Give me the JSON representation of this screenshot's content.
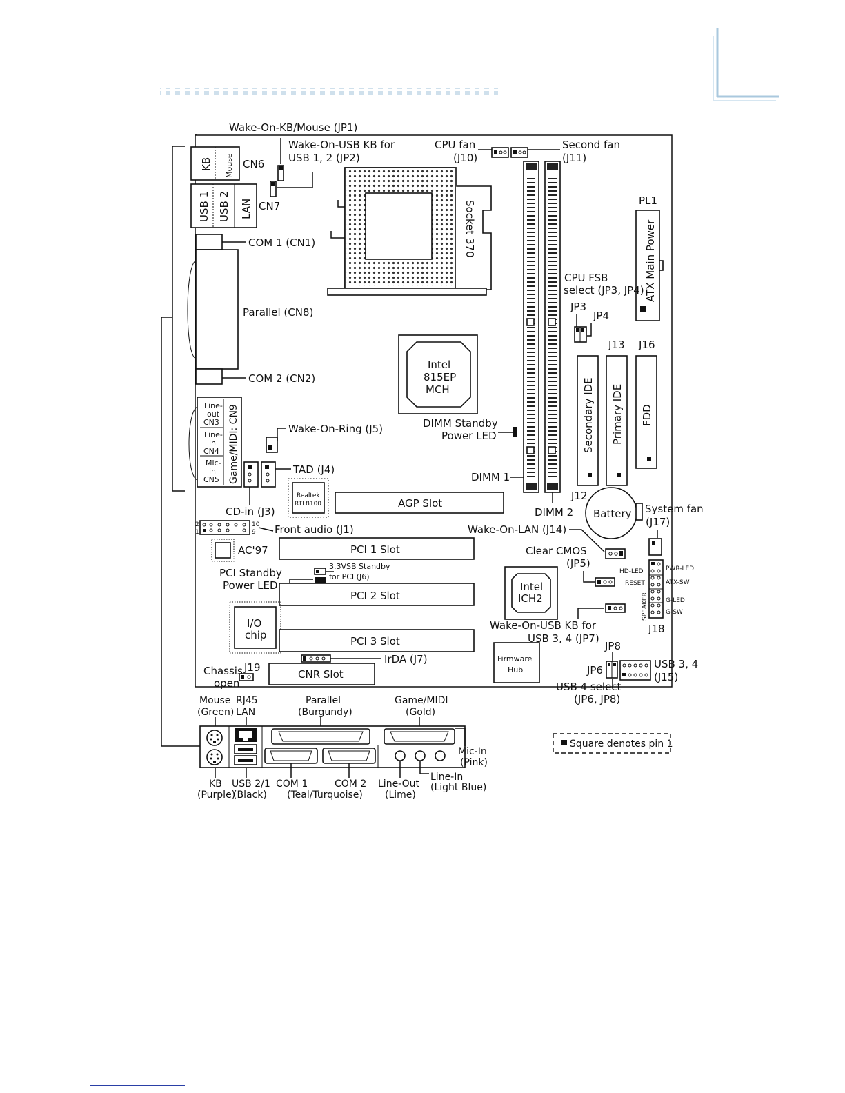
{
  "labels": {
    "wake_kb_mouse": "Wake-On-KB/Mouse (JP1)",
    "wake_usb12_a": "Wake-On-USB KB for",
    "wake_usb12_b": "USB 1, 2 (JP2)",
    "cpu_fan_a": "CPU fan",
    "cpu_fan_b": "(J10)",
    "second_fan_a": "Second fan",
    "second_fan_b": "(J11)",
    "kb": "KB",
    "mouse": "Mouse",
    "cn6": "CN6",
    "usb1": "USB 1",
    "usb2": "USB 2",
    "lan": "LAN",
    "cn7": "CN7",
    "com1": "COM 1 (CN1)",
    "parallel": "Parallel (CN8)",
    "com2": "COM 2 (CN2)",
    "socket": "Socket 370",
    "pl1": "PL1",
    "atx_power": "ATX Main Power",
    "cpu_fsb_a": "CPU FSB",
    "cpu_fsb_b": "select (JP3, JP4)",
    "jp3": "JP3",
    "jp4": "JP4",
    "intel": "Intel",
    "mch_model": "815EP",
    "mch": "MCH",
    "j13": "J13",
    "j16": "J16",
    "secondary_ide": "Secondary IDE",
    "primary_ide": "Primary IDE",
    "fdd": "FDD",
    "lineout_a": "Line-",
    "lineout_b": "out",
    "cn3": "CN3",
    "linein_a": "Line-",
    "linein_b": "in",
    "cn4": "CN4",
    "micin_a": "Mic-",
    "micin_b": "in",
    "cn5": "CN5",
    "game_midi_cn9": "Game/MIDI: CN9",
    "wake_ring": "Wake-On-Ring (J5)",
    "dimm_standby_a": "DIMM Standby",
    "dimm_standby_b": "Power LED",
    "tad": "TAD (J4)",
    "realtek_a": "Realtek",
    "realtek_b": "RTL8100",
    "dimm1": "DIMM 1",
    "dimm2": "DIMM 2",
    "j12": "J12",
    "battery": "Battery",
    "system_fan_a": "System fan",
    "system_fan_b": "(J17)",
    "agp": "AGP Slot",
    "cd_in": "CD-in (J3)",
    "front_audio": "Front audio (J1)",
    "fa_pin2": "2",
    "fa_pin1": "1",
    "fa_pin10": "10",
    "fa_pin9": "9",
    "wake_lan": "Wake-On-LAN (J14)",
    "ac97": "AC'97",
    "pci1": "PCI 1 Slot",
    "clear_cmos_a": "Clear CMOS",
    "clear_cmos_b": "(JP5)",
    "pci_standby_a": "PCI Standby",
    "pci_standby_b": "Power LED",
    "vsb_a": "3.3VSB Standby",
    "vsb_b": "for PCI (J6)",
    "hd_led": "HD-LED",
    "pwr_led": "PWR-LED",
    "reset": "RESET",
    "atx_sw": "ATX-SW",
    "speaker": "SPEAKER",
    "g_led": "G-LED",
    "g_sw": "G-SW",
    "j18": "J18",
    "pci2": "PCI 2 Slot",
    "ich_a": "Intel",
    "ich_b": "ICH2",
    "io_a": "I/O",
    "io_b": "chip",
    "wake_usb34_a": "Wake-On-USB KB for",
    "wake_usb34_b": "USB 3, 4 (JP7)",
    "pci3": "PCI 3 Slot",
    "firmware_a": "Firmware",
    "firmware_b": "Hub",
    "jp8": "JP8",
    "jp6": "JP6",
    "usb34_a": "USB 3, 4",
    "usb34_b": "(J15)",
    "irda": "IrDA (J7)",
    "j19": "J19",
    "chassis_a": "Chassis",
    "chassis_b": "open",
    "cnr": "CNR Slot",
    "usb4_select_a": "USB 4 select",
    "usb4_select_b": "(JP6, JP8)",
    "p_mouse_a": "Mouse",
    "p_mouse_b": "(Green)",
    "p_rj45_a": "RJ45",
    "p_rj45_b": "LAN",
    "p_parallel_a": "Parallel",
    "p_parallel_b": "(Burgundy)",
    "p_game_a": "Game/MIDI",
    "p_game_b": "(Gold)",
    "p_micin_a": "Mic-In",
    "p_micin_b": "(Pink)",
    "legend": "Square denotes pin 1",
    "p_kb_a": "KB",
    "p_kb_b": "(Purple)",
    "p_usb_a": "USB 2/1",
    "p_usb_b": "(Black)",
    "p_com1": "COM 1",
    "p_com2": "COM 2",
    "p_teal": "(Teal/Turquoise)",
    "p_lineout_a": "Line-Out",
    "p_lineout_b": "(Lime)",
    "p_linein_a": "Line-In",
    "p_linein_b": "(Light Blue)"
  }
}
